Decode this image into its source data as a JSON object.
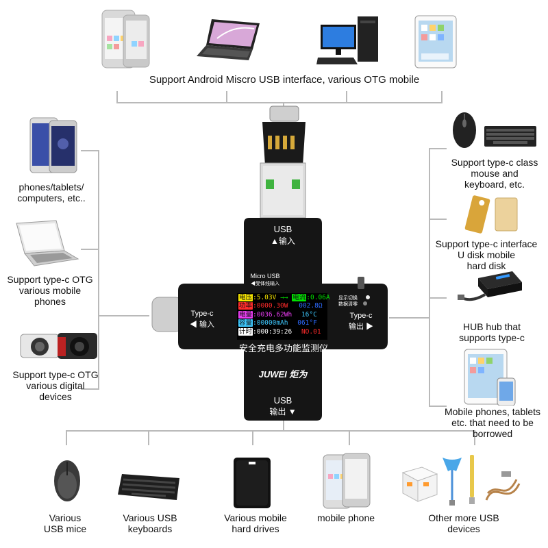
{
  "top_caption": "Support Android Miscro USB interface, various OTG mobile",
  "left": {
    "phones": "phones/tablets/\ncomputers, etc..",
    "otg_phones": "Support type-c OTG\nvarious mobile\nphones",
    "otg_cameras": "Support type-c OTG\nvarious digital\ndevices"
  },
  "right": {
    "mouse_kb": "Support type-c class\nmouse and\nkeyboard, etc.",
    "udisk": "Support type-c interface\nU disk mobile\nhard disk",
    "hub": "HUB hub that\nsupports type-c",
    "borrowed": "Mobile phones, tablets\netc. that need to be\nborrowed"
  },
  "bottom": {
    "mice": "Various\nUSB mice",
    "keyboards": "Various USB\nkeyboards",
    "hard_drives": "Various mobile\nhard drives",
    "mobile_phone": "mobile phone",
    "other": "Other more USB\ndevices"
  },
  "device": {
    "usb_in_label": "USB",
    "usb_in_sub": "▲输入",
    "micro_usb_label": "Micro USB",
    "micro_usb_sub": "◀受体线输入",
    "typec_in_label": "Type-c",
    "typec_in_sub": "◀ 输入",
    "typec_out_label": "Type-c",
    "typec_out_sub": "输出 ▶",
    "usb_out_label": "USB",
    "usb_out_sub": "输出 ▼",
    "side_button_1": "显示切换",
    "side_button_2": "数据清零",
    "chinese_title": "安全充电多功能监测仪",
    "brand": "JUWEI 炬为"
  },
  "lcd": {
    "voltage_label": "电压",
    "voltage_value": ":5.03V",
    "arrow": "→→",
    "current_label": "电流",
    "current_value": ":0.06A",
    "power_label": "功率",
    "power_value": ":0000.30W",
    "dp_value": "002.8Ω",
    "energy_label": "电量",
    "energy_value": ":0036.62Wh",
    "temp_c": "16°C",
    "capacity_label": "容量",
    "capacity_value": ":00000mAh",
    "temp_f": "061°F",
    "time_label": "计时",
    "time_value": ":000:39:26",
    "group": "NO.01"
  },
  "colors": {
    "lines": "#b9b9b9",
    "device_body": "#151515",
    "lcd_yellow": "#f5e400",
    "lcd_green": "#00e000",
    "lcd_red": "#ff2b2b",
    "lcd_blue": "#2e6bff",
    "lcd_cyan": "#3ec9ff",
    "lcd_magenta": "#e83cf0"
  }
}
